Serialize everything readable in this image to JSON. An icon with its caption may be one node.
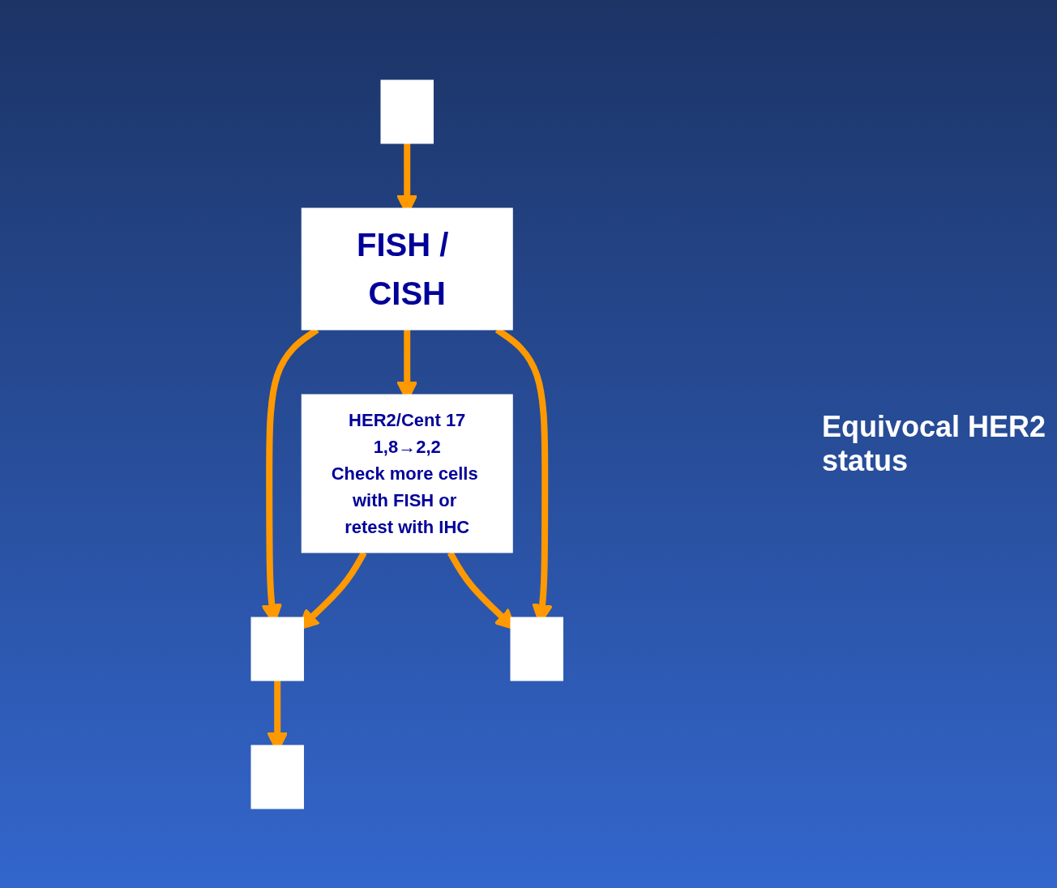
{
  "diagram": {
    "nodes": [
      {
        "text": [],
        "shape": "box"
      },
      {
        "text": [
          "FISH / CISH"
        ]
      },
      {
        "text": [
          "HER2/Cent 17",
          "1,8→2,2",
          "Check more cells with FISH or retest with IHC"
        ]
      },
      {
        "text": [],
        "shape": "box"
      },
      {
        "text": [],
        "shape": "box"
      },
      {
        "text": [],
        "shape": "box"
      }
    ],
    "edges": [
      {
        "from": 0,
        "to": 1,
        "arrow": "to"
      },
      {
        "from": 1,
        "to": 3,
        "arrow": "to"
      },
      {
        "from": 1,
        "to": 2,
        "arrow": "to"
      },
      {
        "from": 1,
        "to": 4,
        "arrow": "to"
      },
      {
        "from": 2,
        "to": 3,
        "arrow": "to"
      },
      {
        "from": 2,
        "to": 4,
        "arrow": "to"
      },
      {
        "from": 3,
        "to": 5,
        "arrow": "to"
      }
    ],
    "labels": [
      "Equivocal HER2 status"
    ]
  }
}
